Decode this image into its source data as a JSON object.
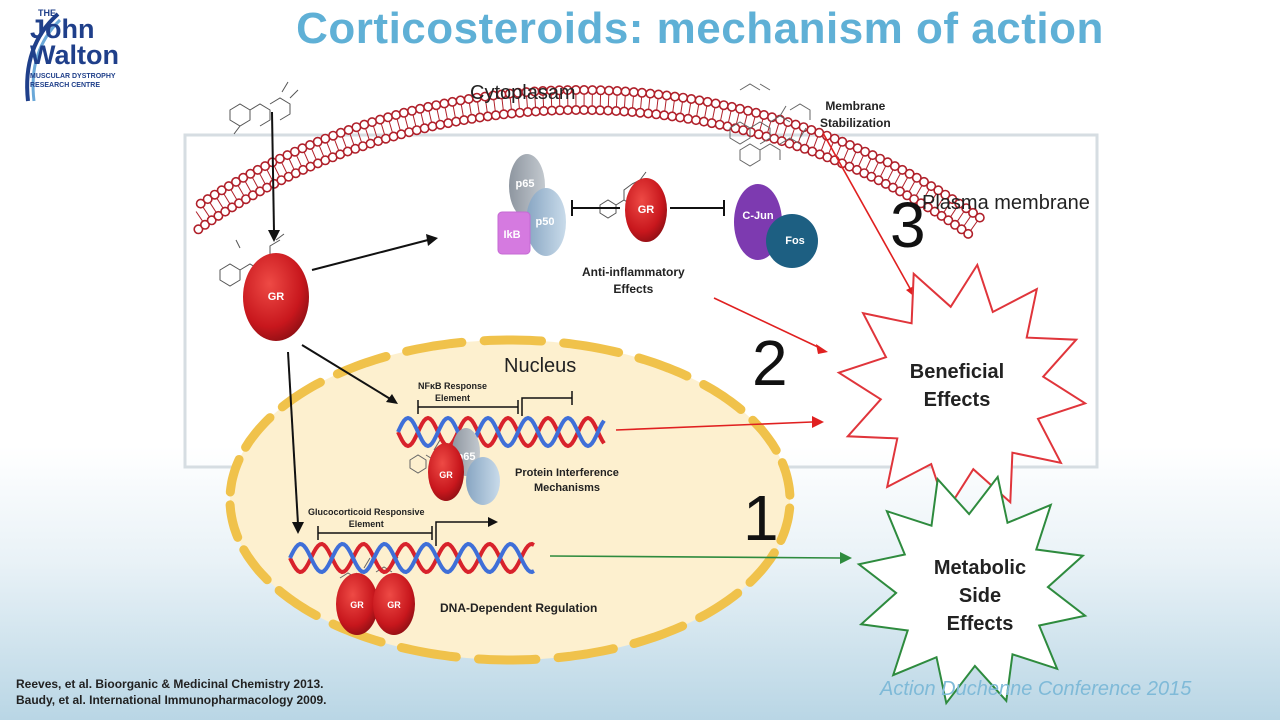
{
  "title": "Corticosteroids: mechanism of action",
  "logo": {
    "the": "THE",
    "line1": "John",
    "line2": "Walton",
    "line3": "MUSCULAR DYSTROPHY",
    "line4": "RESEARCH CENTRE"
  },
  "labels": {
    "cytoplasm": "Cytoplasam",
    "membrane_stab_1": "Membrane",
    "membrane_stab_2": "Stabilization",
    "plasma_membrane": "Plasma membrane",
    "nucleus": "Nucleus",
    "anti_inflammatory_1": "Anti-inflammatory",
    "anti_inflammatory_2": "Effects",
    "nfkb_1": "NFκB Response",
    "nfkb_2": "Element",
    "pim_1": "Protein Interference",
    "pim_2": "Mechanisms",
    "gre_1": "Glucocorticoid Responsive",
    "gre_2": "Element",
    "ddr": "DNA-Dependent Regulation",
    "beneficial_1": "Beneficial",
    "beneficial_2": "Effects",
    "metabolic_1": "Metabolic",
    "metabolic_2": "Side",
    "metabolic_3": "Effects"
  },
  "numbers": {
    "n1": "1",
    "n2": "2",
    "n3": "3"
  },
  "molecules": {
    "gr": "GR",
    "p65": "p65",
    "p50": "p50",
    "ikb": "IkB",
    "cjun": "C-Jun",
    "fos": "Fos"
  },
  "references": {
    "ref1": "Reeves, et al. Bioorganic & Medicinal Chemistry 2013.",
    "ref2": "Baudy, et al. International Immunopharmacology 2009."
  },
  "conference": "Action Duchenne Conference 2015",
  "colors": {
    "title": "#5fb0d6",
    "gr": "#c8171d",
    "membrane": "#b0202a",
    "nucleus_fill": "#fdf0cf",
    "nucleus_border": "#f0c24b",
    "beneficial_star": "#e0353b",
    "metabolic_star": "#2e8b3e",
    "dna_red": "#d8222b",
    "dna_blue": "#3f6fd8"
  }
}
